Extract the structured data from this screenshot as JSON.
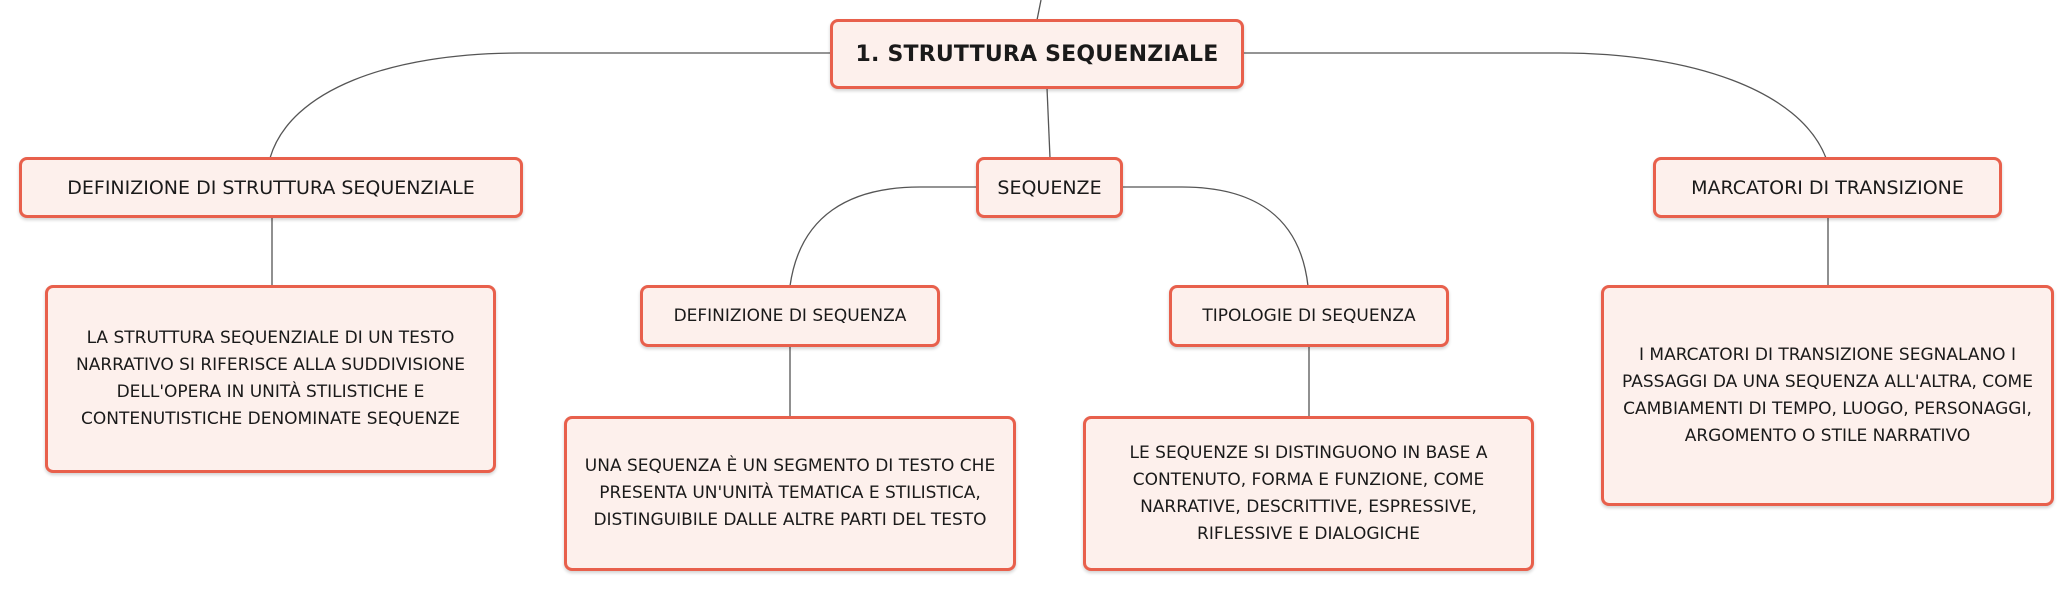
{
  "map": {
    "root": "1. STRUTTURA SEQUENZIALE",
    "definizione_struttura": "DEFINIZIONE DI STRUTTURA SEQUENZIALE",
    "definizione_struttura_testo": "LA STRUTTURA SEQUENZIALE DI UN TESTO NARRATIVO SI RIFERISCE ALLA SUDDIVISIONE DELL'OPERA IN UNITÀ STILISTICHE E CONTENUTISTICHE DENOMINATE SEQUENZE",
    "sequenze": "SEQUENZE",
    "definizione_sequenza": "DEFINIZIONE DI SEQUENZA",
    "definizione_sequenza_testo": "UNA SEQUENZA È UN SEGMENTO DI TESTO CHE PRESENTA UN'UNITÀ TEMATICA E STILISTICA, DISTINGUIBILE DALLE ALTRE PARTI DEL TESTO",
    "tipologie_sequenza": "TIPOLOGIE DI SEQUENZA",
    "tipologie_sequenza_testo": "LE SEQUENZE SI DISTINGUONO IN BASE A CONTENUTO, FORMA E FUNZIONE, COME NARRATIVE, DESCRITTIVE, ESPRESSIVE, RIFLESSIVE E DIALOGICHE",
    "marcatori": "MARCATORI DI TRANSIZIONE",
    "marcatori_testo": "I MARCATORI DI TRANSIZIONE SEGNALANO I PASSAGGI DA UNA SEQUENZA ALL'ALTRA, COME CAMBIAMENTI DI TEMPO, LUOGO, PERSONAGGI, ARGOMENTO O STILE NARRATIVO"
  },
  "colors": {
    "node_border": "#e8604c",
    "node_fill": "#fdf0ec",
    "connector": "#555555"
  }
}
